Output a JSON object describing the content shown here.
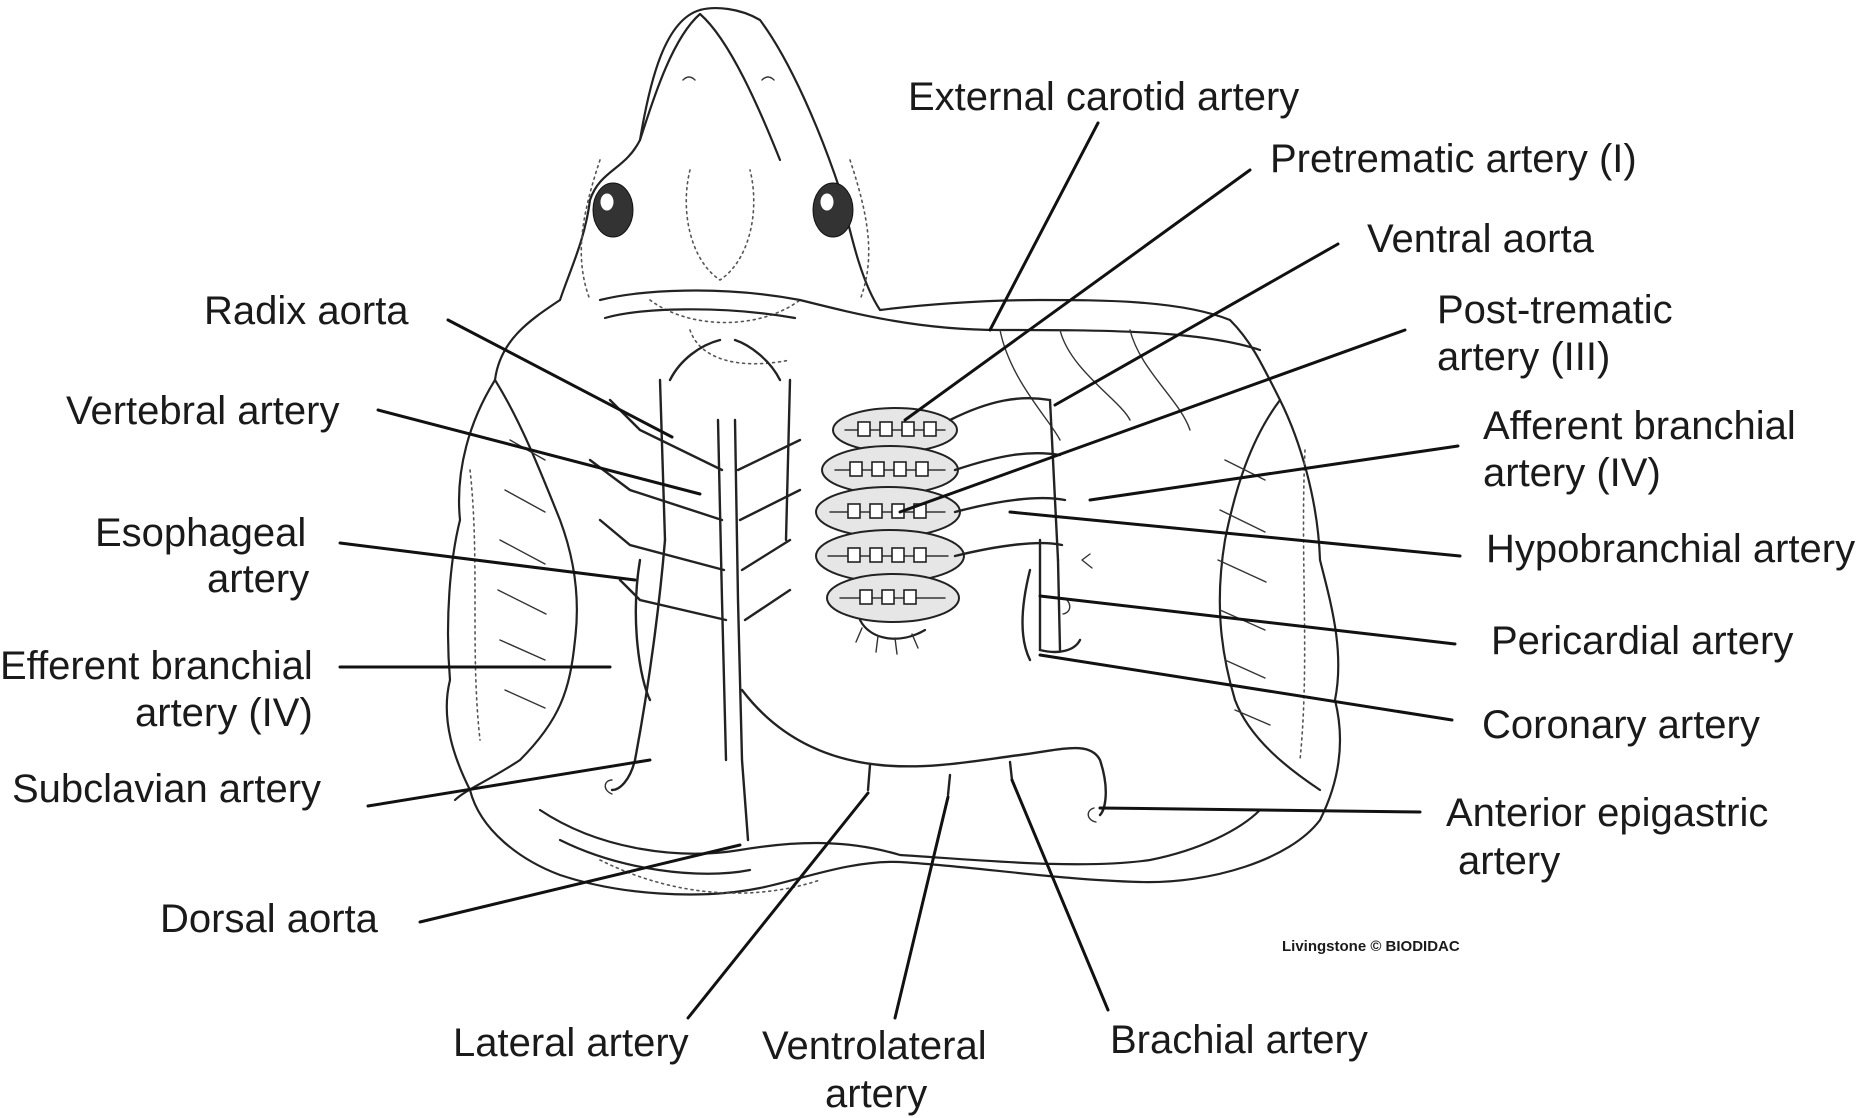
{
  "labels": {
    "external_carotid": "External carotid artery",
    "pretrematic_1": "Pretrematic artery (I)",
    "ventral_aorta": "Ventral aorta",
    "post_trematic_1": "Post-trematic",
    "post_trematic_2": "artery (III)",
    "afferent_1": "Afferent branchial",
    "afferent_2": "artery (IV)",
    "hypobranchial": "Hypobranchial artery",
    "pericardial": "Pericardial artery",
    "coronary": "Coronary artery",
    "anterior_epigastric_1": "Anterior epigastric",
    "anterior_epigastric_2": "artery",
    "radix_aorta": "Radix aorta",
    "vertebral": "Vertebral artery",
    "esophageal_1": "Esophageal",
    "esophageal_2": "artery",
    "efferent_1": "Efferent branchial",
    "efferent_2": "artery (IV)",
    "subclavian": "Subclavian artery",
    "dorsal_aorta": "Dorsal aorta",
    "lateral": "Lateral artery",
    "ventrolateral_1": "Ventrolateral",
    "ventrolateral_2": "artery",
    "brachial": "Brachial artery"
  },
  "credit": "Livingstone © BIODIDAC",
  "colors": {
    "ink": "#1a1a1a",
    "background": "#ffffff"
  }
}
